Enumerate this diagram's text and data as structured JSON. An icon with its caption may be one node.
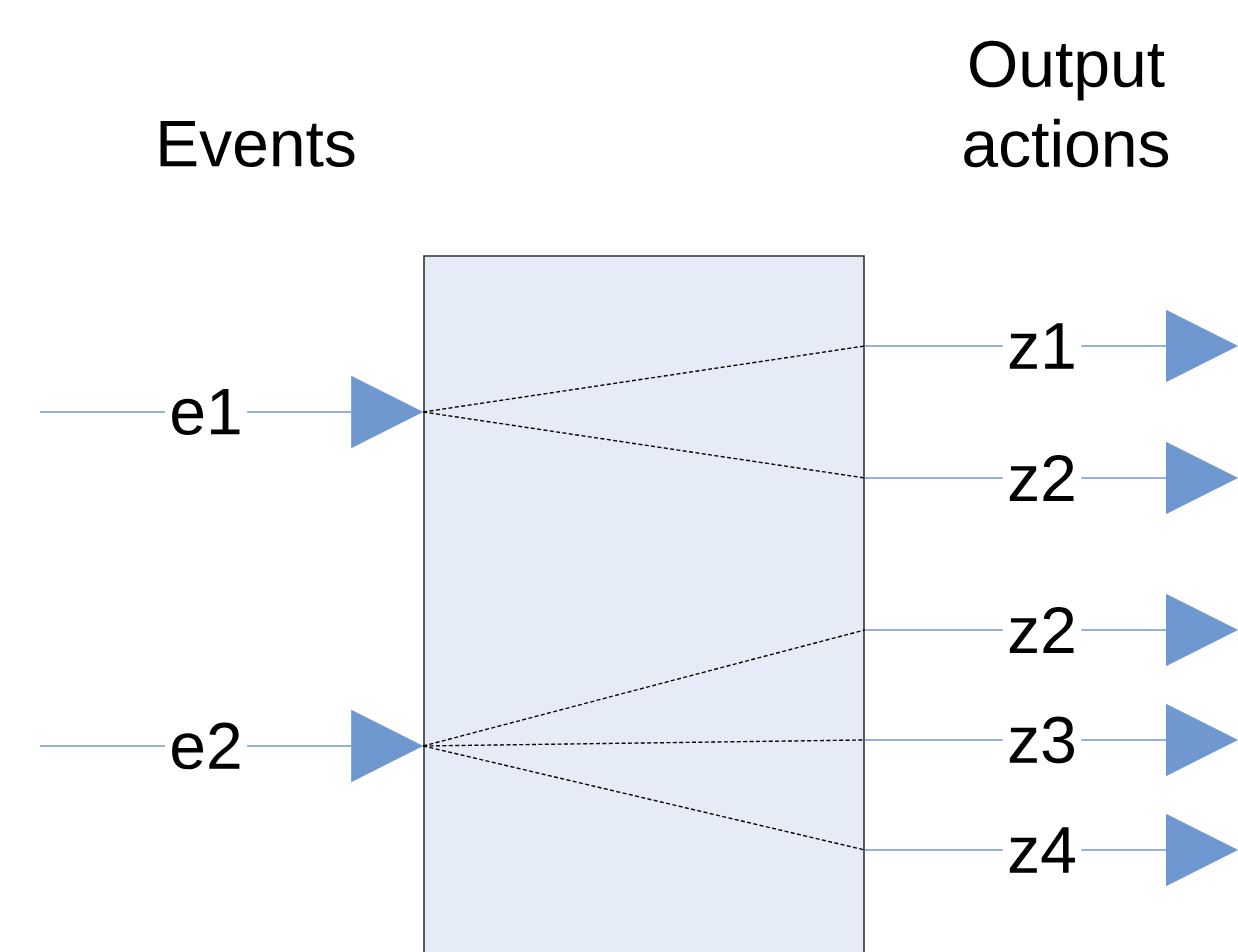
{
  "diagram": {
    "nodes": [
      {
        "text": [],
        "shape": "box"
      },
      {
        "text": [
          "e1"
        ]
      },
      {
        "text": [
          "e2"
        ]
      },
      {
        "text": [
          "z1"
        ]
      },
      {
        "text": [
          "z2"
        ]
      },
      {
        "text": [
          "z2"
        ]
      },
      {
        "text": [
          "z3"
        ]
      },
      {
        "text": [
          "z4"
        ]
      }
    ],
    "edges": [
      {
        "from": null,
        "to": 1,
        "arrow": "none"
      },
      {
        "from": 1,
        "to": 0,
        "arrow": "to"
      },
      {
        "from": null,
        "to": 2,
        "arrow": "none"
      },
      {
        "from": 2,
        "to": 0,
        "arrow": "to"
      },
      {
        "from": 0,
        "to": 3,
        "arrow": "none",
        "style": "dashed",
        "color": "#000000"
      },
      {
        "from": 0,
        "to": 4,
        "arrow": "none",
        "style": "dashed",
        "color": "#000000"
      },
      {
        "from": 0,
        "to": 5,
        "arrow": "none",
        "style": "dashed",
        "color": "#000000"
      },
      {
        "from": 0,
        "to": 6,
        "arrow": "none",
        "style": "dashed",
        "color": "#000000"
      },
      {
        "from": 0,
        "to": 7,
        "arrow": "none",
        "style": "dashed",
        "color": "#000000"
      },
      {
        "from": 3,
        "to": null,
        "arrow": "to"
      },
      {
        "from": 4,
        "to": null,
        "arrow": "to"
      },
      {
        "from": 5,
        "to": null,
        "arrow": "to"
      },
      {
        "from": 6,
        "to": null,
        "arrow": "to"
      },
      {
        "from": 7,
        "to": null,
        "arrow": "to"
      }
    ],
    "labels": [
      "Output actions",
      "Events"
    ]
  }
}
